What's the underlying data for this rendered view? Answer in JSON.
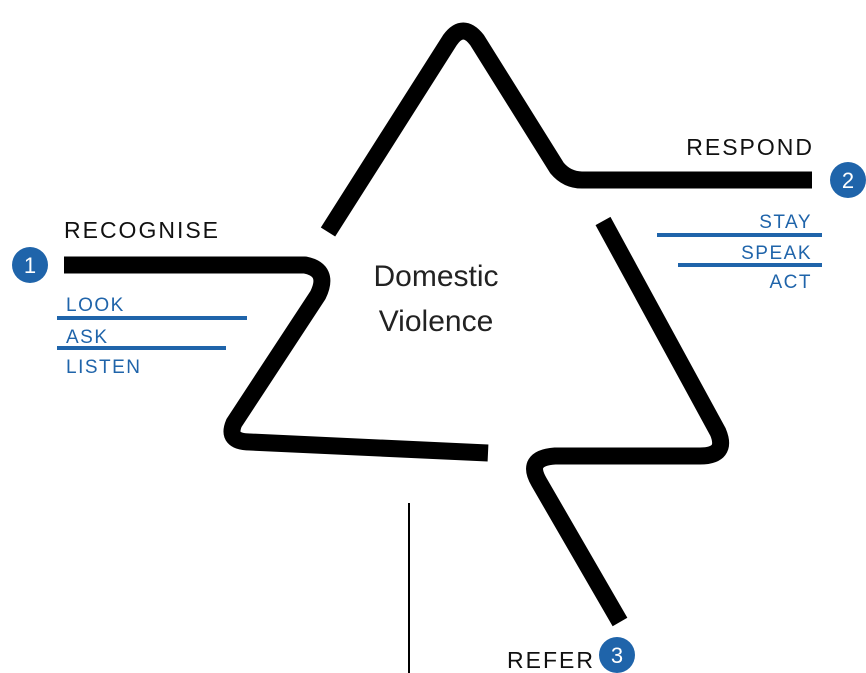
{
  "center": {
    "line1": "Domestic",
    "line2": "Violence"
  },
  "steps": [
    {
      "number": "1",
      "title": "RECOGNISE",
      "actions": [
        "LOOK",
        "ASK",
        "LISTEN"
      ]
    },
    {
      "number": "2",
      "title": "RESPOND",
      "actions": [
        "STAY",
        "SPEAK",
        "ACT"
      ]
    },
    {
      "number": "3",
      "title": "REFER",
      "actions": []
    }
  ],
  "colors": {
    "path": "#000000",
    "accent_blue": "#1f64aa",
    "badge": "#1f64aa"
  },
  "icons": {
    "step_badge": "numbered-circle-icon"
  }
}
